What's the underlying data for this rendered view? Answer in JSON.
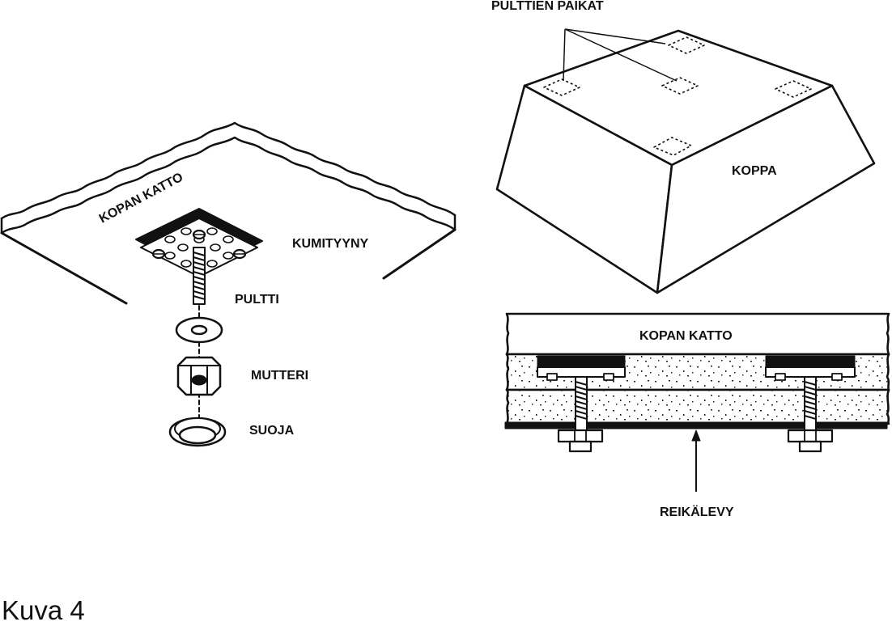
{
  "labels": {
    "kopan_katto_perspective": "KOPAN KATTO",
    "kumityyny": "KUMITYYNY",
    "pultti": "PULTTI",
    "mutteri": "MUTTERI",
    "suoja": "SUOJA",
    "pulttien_paikat": "PULTTIEN PAIKAT",
    "koppa": "KOPPA",
    "kopan_katto_section": "KOPAN KATTO",
    "reikalevy": "REIKÄLEVY"
  },
  "caption": "Kuva 4",
  "colors": {
    "ink": "#111111",
    "background": "#ffffff"
  }
}
